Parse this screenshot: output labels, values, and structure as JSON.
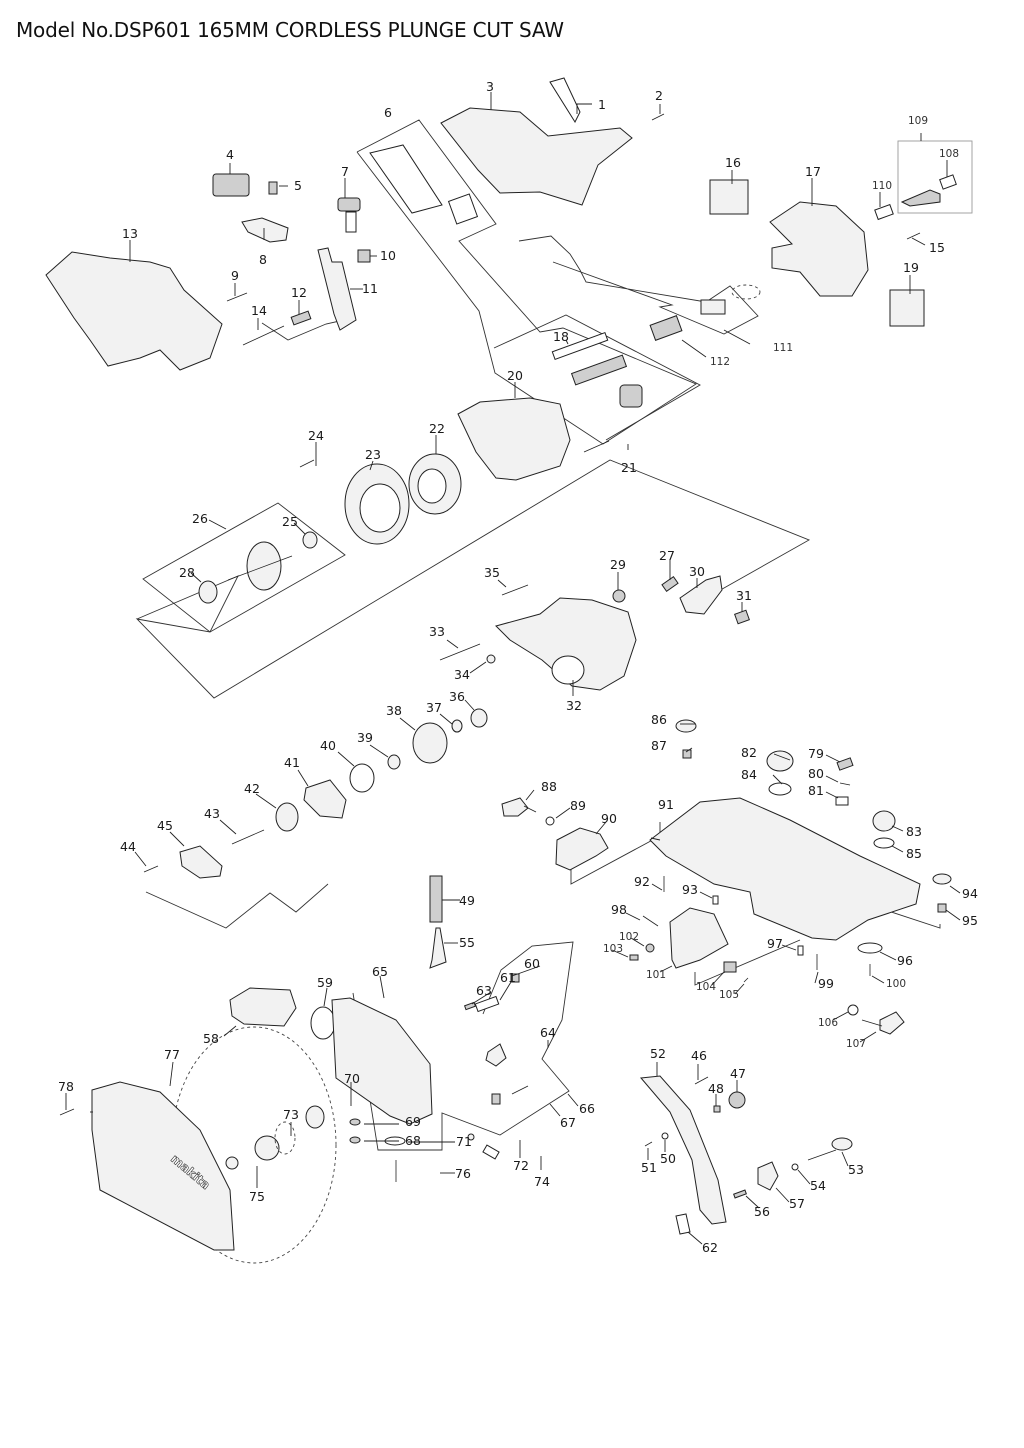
{
  "title": "Model No.DSP601 165MM CORDLESS PLUNGE CUT SAW",
  "diagram": {
    "type": "exploded-parts-view",
    "brand_on_cover": "makita",
    "part_numbers": {
      "p1": "1",
      "p2": "2",
      "p3": "3",
      "p4": "4",
      "p5": "5",
      "p6": "6",
      "p7": "7",
      "p8": "8",
      "p9": "9",
      "p10": "10",
      "p11": "11",
      "p12": "12",
      "p13": "13",
      "p14": "14",
      "p15": "15",
      "p16": "16",
      "p17": "17",
      "p18": "18",
      "p19": "19",
      "p20": "20",
      "p21": "21",
      "p22": "22",
      "p23": "23",
      "p24": "24",
      "p25": "25",
      "p26": "26",
      "p27": "27",
      "p28": "28",
      "p29": "29",
      "p30": "30",
      "p31": "31",
      "p32": "32",
      "p33": "33",
      "p34": "34",
      "p35": "35",
      "p36": "36",
      "p37": "37",
      "p38": "38",
      "p39": "39",
      "p40": "40",
      "p41": "41",
      "p42": "42",
      "p43": "43",
      "p44": "44",
      "p45": "45",
      "p46": "46",
      "p47": "47",
      "p48": "48",
      "p49": "49",
      "p50": "50",
      "p51": "51",
      "p52": "52",
      "p53": "53",
      "p54": "54",
      "p55": "55",
      "p56": "56",
      "p57": "57",
      "p58": "58",
      "p59": "59",
      "p60": "60",
      "p61": "61",
      "p62": "62",
      "p63": "63",
      "p64": "64",
      "p65": "65",
      "p66": "66",
      "p67": "67",
      "p68": "68",
      "p69": "69",
      "p70": "70",
      "p71": "71",
      "p72": "72",
      "p73": "73",
      "p74": "74",
      "p75": "75",
      "p76": "76",
      "p77": "77",
      "p78": "78",
      "p79": "79",
      "p80": "80",
      "p81": "81",
      "p82": "82",
      "p83": "83",
      "p84": "84",
      "p85": "85",
      "p86": "86",
      "p87": "87",
      "p88": "88",
      "p89": "89",
      "p90": "90",
      "p91": "91",
      "p92": "92",
      "p93": "93",
      "p94": "94",
      "p95": "95",
      "p96": "96",
      "p97": "97",
      "p98": "98",
      "p99": "99",
      "p100": "100",
      "p101": "101",
      "p102": "102",
      "p103": "103",
      "p104": "104",
      "p105": "105",
      "p106": "106",
      "p107": "107",
      "p108": "108",
      "p109": "109",
      "p110": "110",
      "p111": "111",
      "p112": "112"
    }
  }
}
